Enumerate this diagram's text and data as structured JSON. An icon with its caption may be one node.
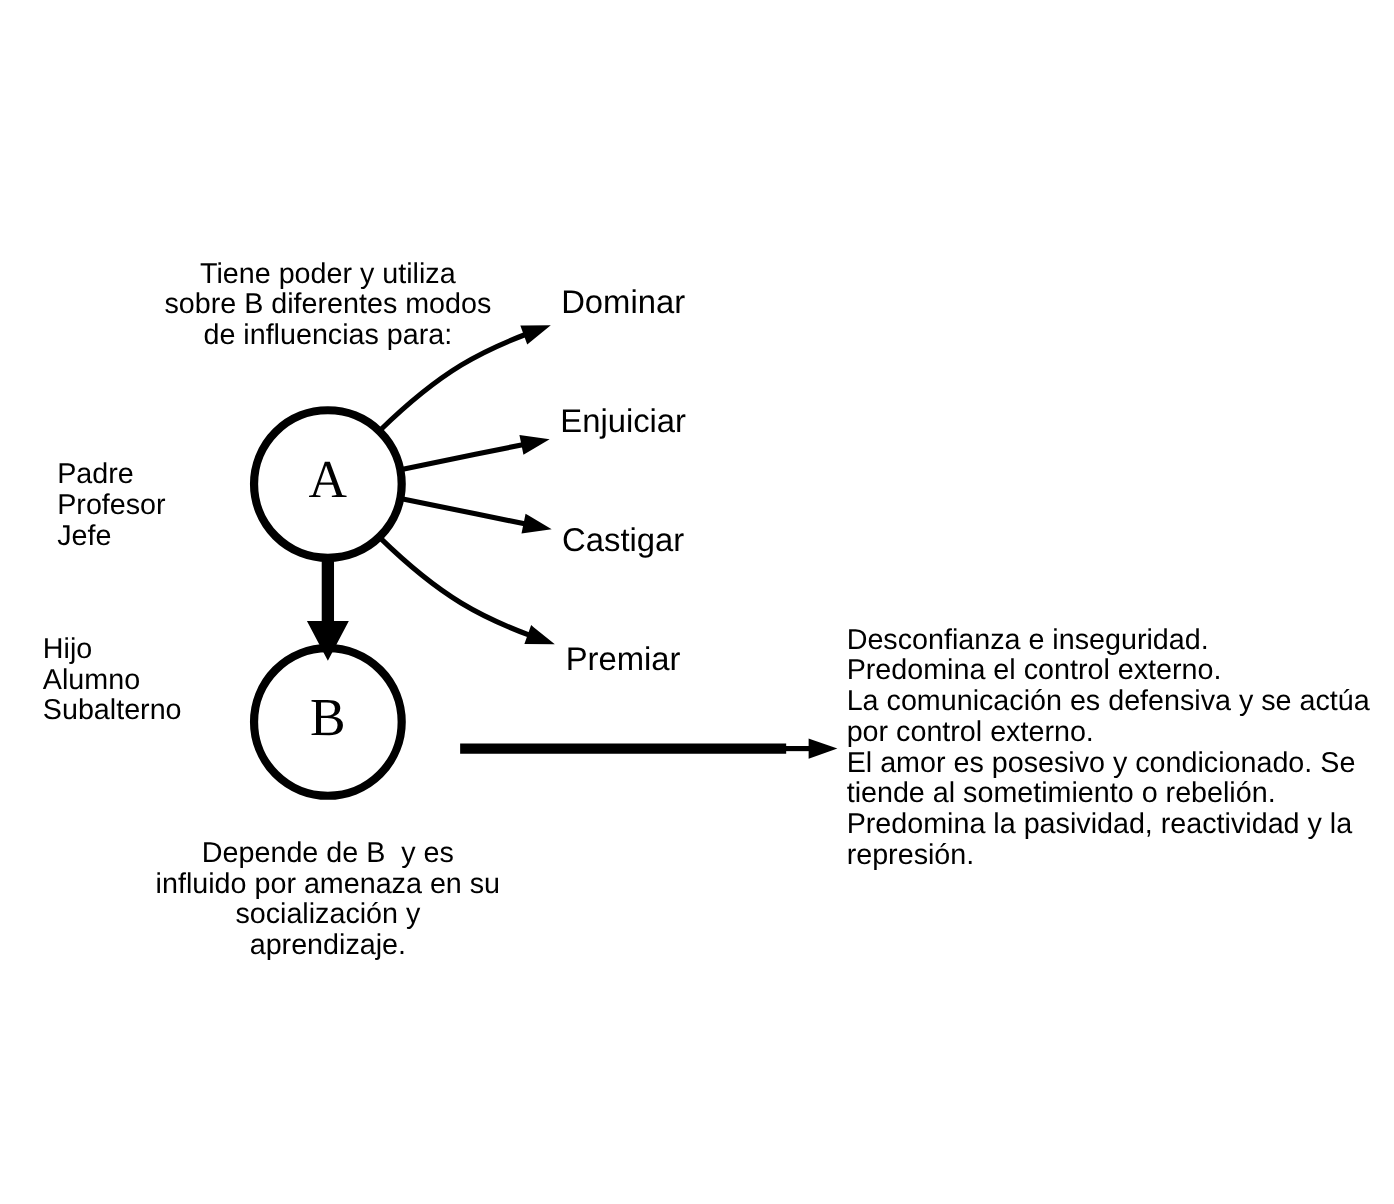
{
  "diagram": {
    "nodes": [
      {
        "text": [
          "A"
        ],
        "beside": [
          "Tiene poder y utiliza sobre B diferentes modos de influencias para:",
          "Padre Profesor Jefe"
        ]
      },
      {
        "text": [
          "Dominar"
        ]
      },
      {
        "text": [
          "Enjuiciar"
        ]
      },
      {
        "text": [
          "Castigar"
        ]
      },
      {
        "text": [
          "Premiar"
        ]
      },
      {
        "text": [],
        "shape": "bar"
      },
      {
        "text": [
          "Desconfianza e inseguridad.",
          "Predomina el control externo.",
          "La comunicación es defensiva y se actúa por control externo.",
          "El amor es posesivo y condicionado. Se tiende al sometimiento o rebelión.",
          "Predomina la pasividad, reactividad y la represión."
        ]
      },
      {
        "text": [
          "B"
        ],
        "beside": [
          "Hijo Alumno Subalterno",
          "Depende de B  y es influido por amenaza en su socialización y aprendizaje."
        ]
      }
    ],
    "edges": [
      {
        "from": 0,
        "to": 1,
        "arrow": "to"
      },
      {
        "from": 0,
        "to": 2,
        "arrow": "to"
      },
      {
        "from": 0,
        "to": 3,
        "arrow": "to"
      },
      {
        "from": 0,
        "to": 4,
        "arrow": "to"
      },
      {
        "from": 5,
        "to": 6,
        "arrow": "to"
      },
      {
        "from": 0,
        "to": 7,
        "arrow": "to",
        "style": "thick"
      }
    ]
  }
}
